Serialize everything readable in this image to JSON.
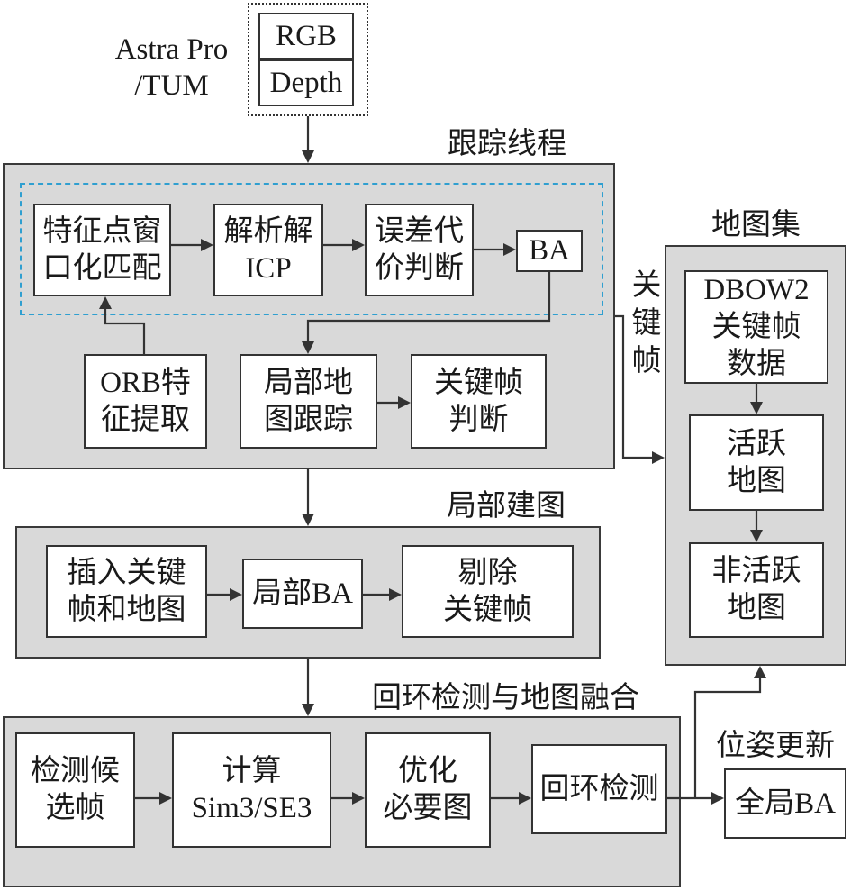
{
  "input": {
    "source_label": "Astra Pro\n/TUM",
    "rgb": "RGB",
    "depth": "Depth"
  },
  "tracking": {
    "title": "跟踪线程",
    "feature_match": "特征点窗\n口化匹配",
    "icp": "解析解\nICP",
    "error_check": "误差代\n价判断",
    "ba": "BA",
    "orb": "ORB特\n征提取",
    "local_map_track": "局部地\n图跟踪",
    "keyframe_decision": "关键帧\n判断"
  },
  "keyframe_edge_label": "关\n键\n帧",
  "local_mapping": {
    "title": "局部建图",
    "insert": "插入关键\n帧和地图",
    "local_ba": "局部BA",
    "cull": "剔除\n关键帧"
  },
  "loop_closing": {
    "title": "回环检测与地图融合",
    "detect_candidates": "检测候\n选帧",
    "compute_sim3": "计算\nSim3/SE3",
    "optimize_graph": "优化\n必要图",
    "loop_detect": "回环检测"
  },
  "pose_update": {
    "title": "位姿更新",
    "global_ba": "全局BA"
  },
  "atlas": {
    "title": "地图集",
    "dbow": "DBOW2\n关键帧\n数据",
    "active_map": "活跃\n地图",
    "inactive_map": "非活跃\n地图"
  },
  "colors": {
    "panel_fill": "#d9d9d9",
    "dashed_border": "#2f9fd0",
    "line": "#333333"
  }
}
